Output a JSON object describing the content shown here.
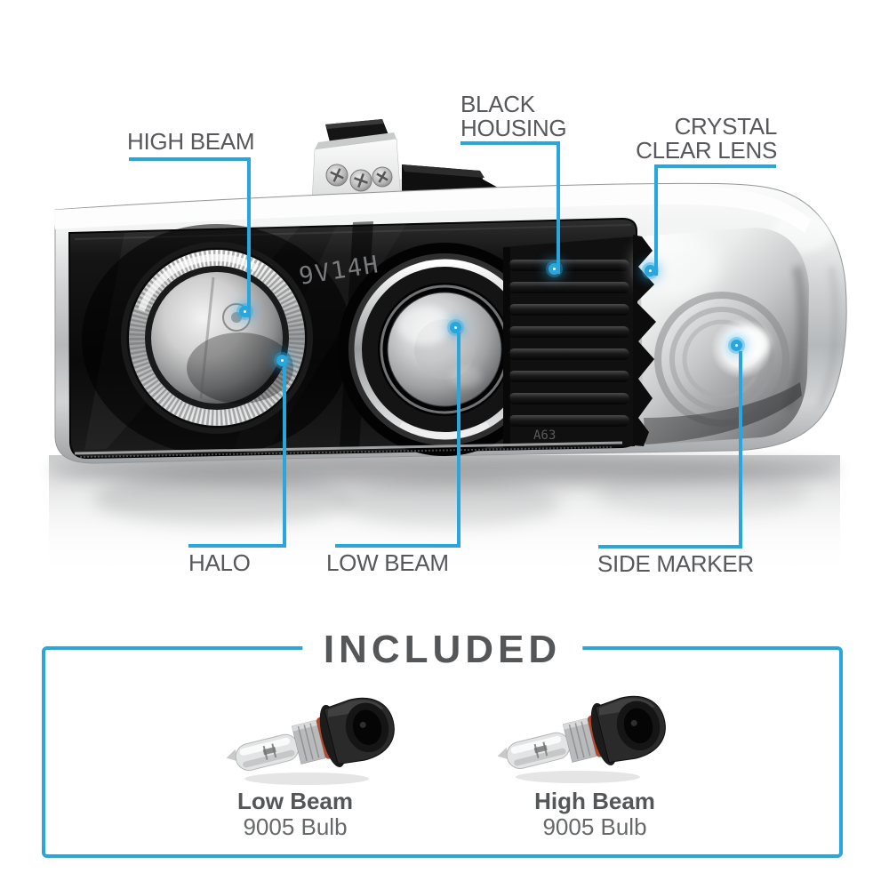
{
  "colors": {
    "accent": "#29a6de",
    "label_text": "#57585b",
    "title_text": "#545658",
    "spec_text": "#66686a"
  },
  "annotations": {
    "high_beam": {
      "label": "HIGH BEAM"
    },
    "black_housing": {
      "line1": "BLACK",
      "line2": "HOUSING"
    },
    "crystal_clear_lens": {
      "line1": "CRYSTAL",
      "line2": "CLEAR LENS"
    },
    "halo": {
      "label": "HALO"
    },
    "low_beam": {
      "label": "LOW BEAM"
    },
    "side_marker": {
      "label": "SIDE MARKER"
    }
  },
  "headlight": {
    "etched_marking": "9V14H",
    "etched_marking_small": "A63"
  },
  "included_box": {
    "title": "INCLUDED",
    "items": [
      {
        "name": "Low Beam",
        "spec": "9005 Bulb"
      },
      {
        "name": "High Beam",
        "spec": "9005 Bulb"
      }
    ]
  }
}
